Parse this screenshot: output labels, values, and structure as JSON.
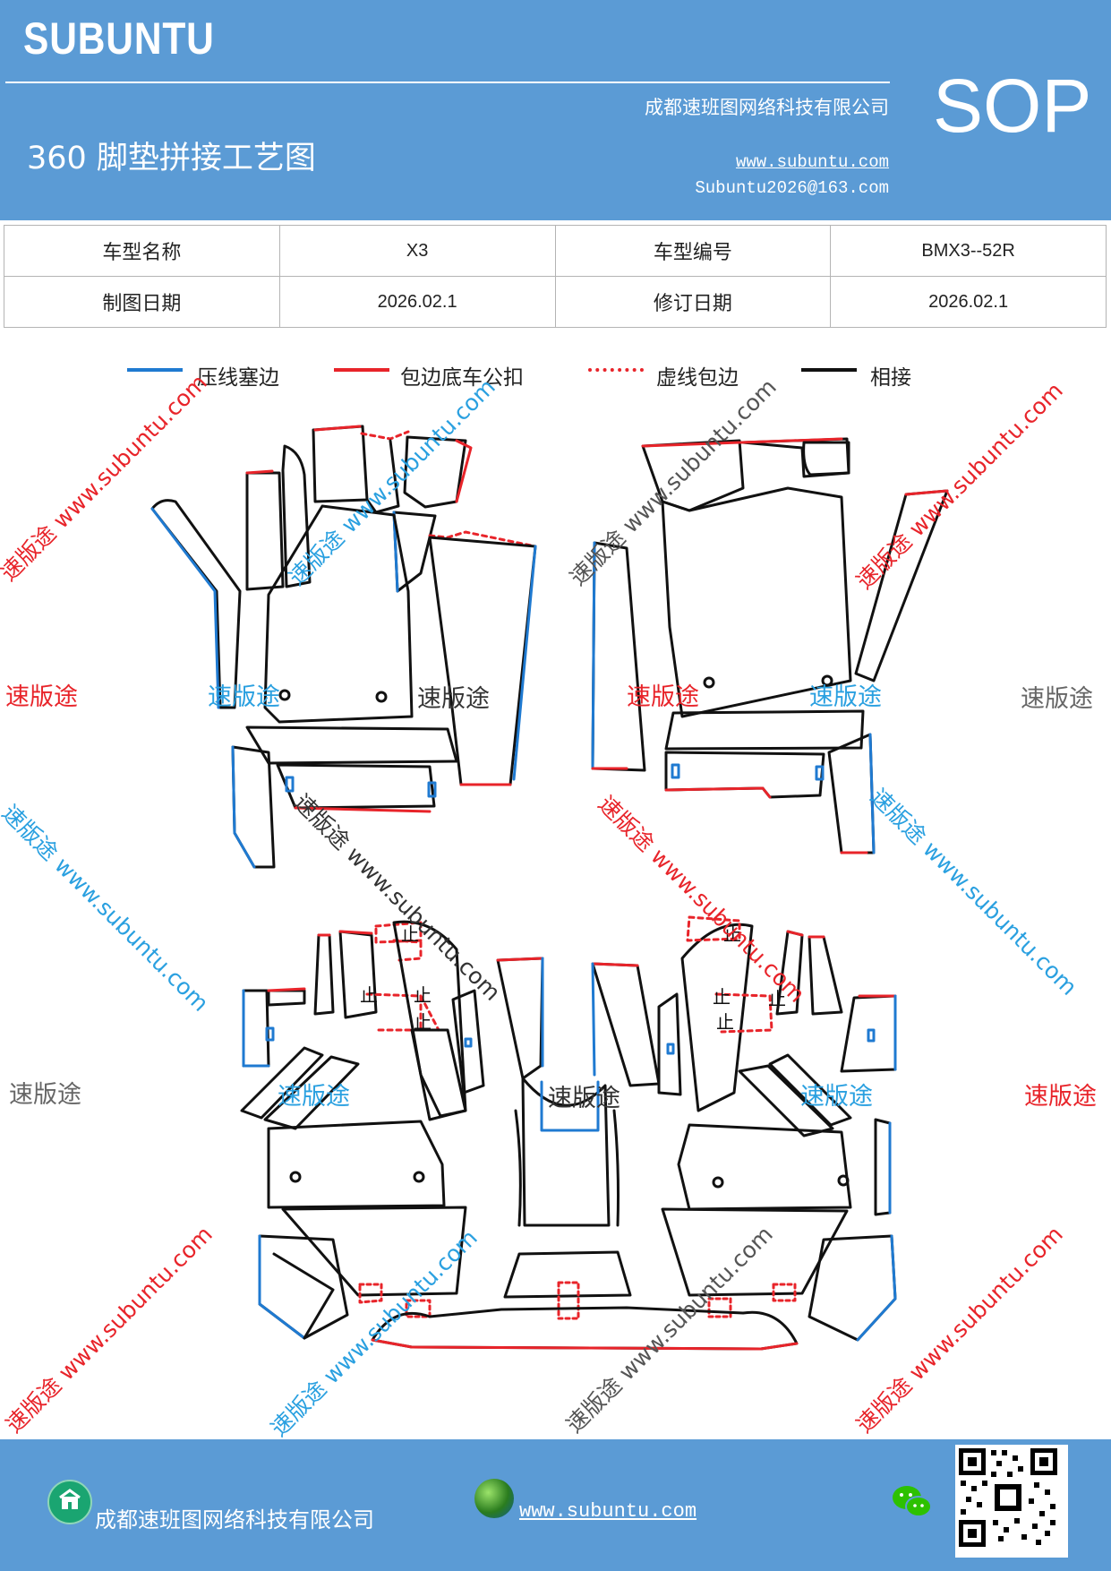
{
  "header": {
    "brand": "SUBUNTU",
    "title": "360 脚垫拼接工艺图",
    "company": "成都速班图网络科技有限公司",
    "website": "www.subuntu.com",
    "email": "Subuntu2026@163.com",
    "badge": "SOP"
  },
  "info_table": {
    "rows": [
      {
        "label1": "车型名称",
        "value1": "X3",
        "label2": "车型编号",
        "value2": "BMX3--52R"
      },
      {
        "label1": "制图日期",
        "value1": "2026.02.1",
        "label2": "修订日期",
        "value2": "2026.02.1"
      }
    ]
  },
  "legend": [
    {
      "label": "压线塞边",
      "color": "#1f7ad1",
      "style": "solid"
    },
    {
      "label": "包边底车公扣",
      "color": "#e8242a",
      "style": "solid"
    },
    {
      "label": "虚线包边",
      "color": "#e8242a",
      "style": "dotted"
    },
    {
      "label": "相接",
      "color": "#111111",
      "style": "solid"
    }
  ],
  "watermarks": {
    "brand_text": "速版途",
    "diagonal_text": "速版途 www.subuntu.com",
    "colors": {
      "red": "#e8242a",
      "blue": "#2aa0e0",
      "gray": "#666666"
    }
  },
  "drawing": {
    "mark_text": "止"
  },
  "footer": {
    "company": "成都速班图网络科技有限公司",
    "website": "www.subuntu.com",
    "icons": [
      "building-icon",
      "globe-icon",
      "wechat-icon",
      "qr-code"
    ]
  },
  "colors": {
    "header_bg": "#5b9bd5",
    "blue_edge": "#1f7ad1",
    "red_edge": "#e8242a",
    "outline": "#111111"
  }
}
